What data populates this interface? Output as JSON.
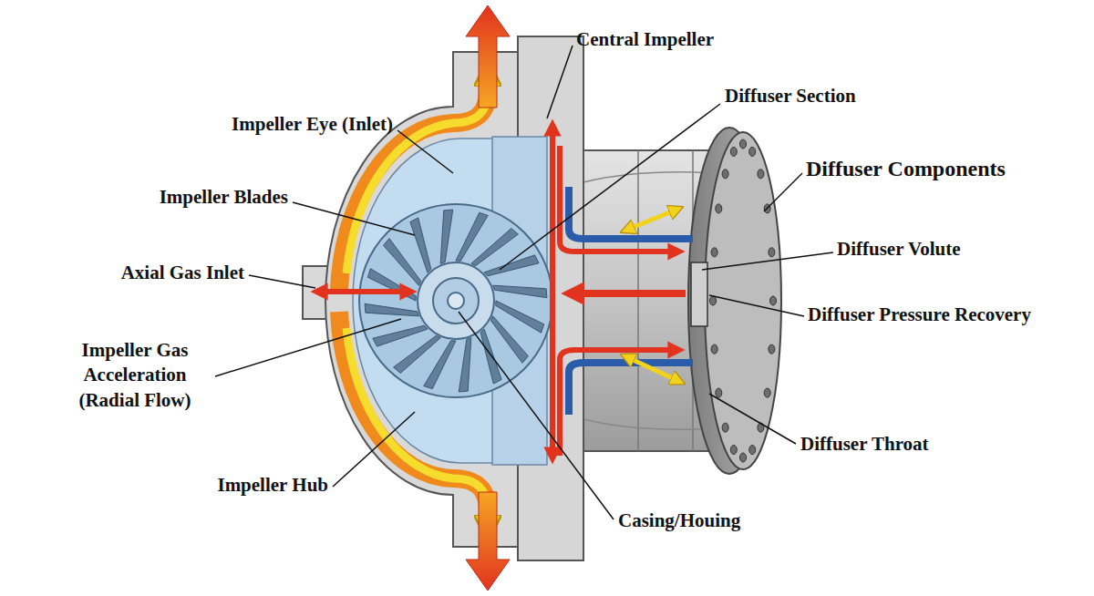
{
  "diagram": {
    "labels": [
      "Central Impeller",
      "Diffuser Section",
      "Diffuser Components",
      "Impeller Eye (Inlet)",
      "Impeller Blades",
      "Diffuser Volute",
      "Axial Gas Inlet",
      "Diffuser Pressure Recovery",
      "Impeller Gas Acceleration (Radial Flow)",
      "Diffuser Throat",
      "Impeller Hub",
      "Casing/Houing"
    ]
  }
}
